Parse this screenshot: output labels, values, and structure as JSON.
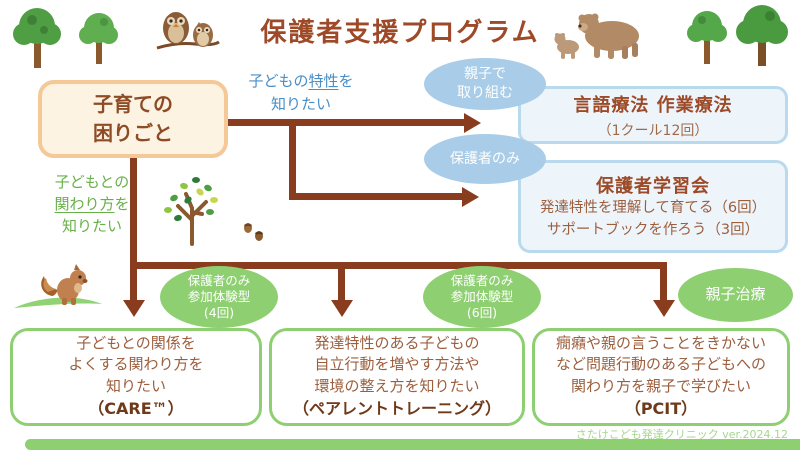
{
  "title": "保護者支援プログラム",
  "start": {
    "line1": "子育ての",
    "line2": "困りごと"
  },
  "labels": {
    "blue": {
      "pre": "子どもの",
      "underline": "特性",
      "post": "を",
      "line2": "知りたい"
    },
    "green": {
      "line1": "子どもとの",
      "underline": "関わり方",
      "post": "を",
      "line3": "知りたい"
    }
  },
  "blue_track": {
    "oval1": {
      "line1": "親子で",
      "line2": "取り組む"
    },
    "oval2": {
      "line1": "保護者のみ"
    },
    "box1": {
      "title": "言語療法 作業療法",
      "subtitle": "（1クール12回）"
    },
    "box2": {
      "title": "保護者学習会",
      "line1": "発達特性を理解して育てる（6回）",
      "line2": "サポートブックを作ろう（3回）"
    }
  },
  "green_track": {
    "oval1": {
      "line1": "保護者のみ",
      "line2": "参加体験型",
      "line3": "(4回)"
    },
    "oval2": {
      "line1": "保護者のみ",
      "line2": "参加体験型",
      "line3": "(6回)"
    },
    "oval3": {
      "line1": "親子治療"
    },
    "box1": {
      "line1": "子どもとの関係を",
      "line2": "よくする関わり方を",
      "line3": "知りたい",
      "name": "（CARE™）"
    },
    "box2": {
      "line1": "発達特性のある子どもの",
      "line2": "自立行動を増やす方法や",
      "line3": "環境の整え方を知りたい",
      "name": "（ペアレントトレーニング）"
    },
    "box3": {
      "line1": "癇癪や親の言うことをきかない",
      "line2": "など問題行動のある子どもへの",
      "line3": "関わり方を親子で学びたい",
      "name": "（PCIT）"
    }
  },
  "footer": {
    "credit": "さたけこども発達クリニック ver.2024.12"
  },
  "illustrations": {
    "top_left": "watercolor-trees",
    "owls": "two-owls-on-branch",
    "bears": "mother-bear-and-cub",
    "top_right": "watercolor-trees",
    "middle": "sparse-tree-with-leaves",
    "acorns": "two-acorns",
    "squirrel": "squirrel-on-grass"
  },
  "colors": {
    "title_brown": "#9e4a28",
    "arrow_brown": "#8a3c1e",
    "orange_border": "#f5c897",
    "orange_bg": "#fdf3e2",
    "blue_text": "#4a8ec6",
    "blue_oval": "#a9cde8",
    "blue_box_border": "#b9d9ec",
    "blue_box_bg": "#edf5fb",
    "green_text": "#69b04a",
    "green_fill": "#8ed071",
    "body_brown": "#9c5f3e",
    "footer_green": "#a6d78d"
  }
}
